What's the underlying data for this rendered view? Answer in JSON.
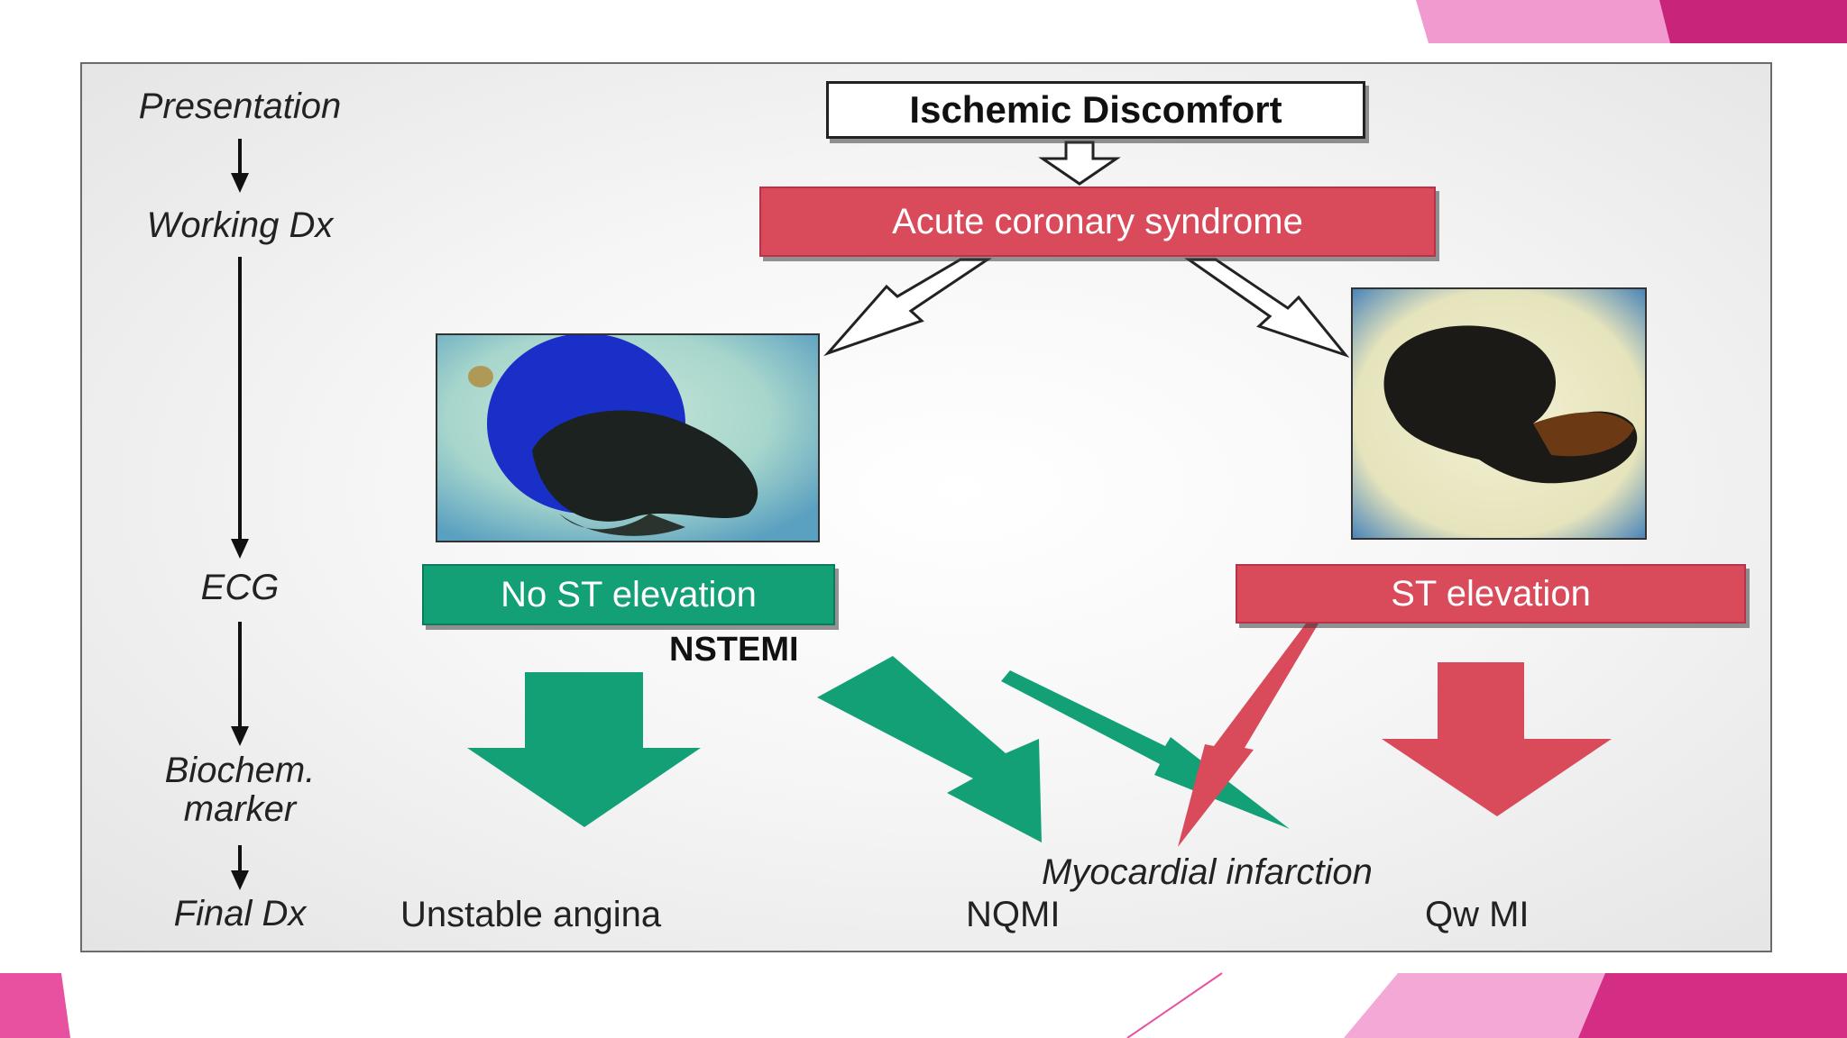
{
  "stages": [
    "Presentation",
    "Working Dx",
    "ECG",
    "Biochem.\nmarker",
    "Final Dx"
  ],
  "top_box": "Ischemic Discomfort",
  "syndrome_box": "Acute coronary syndrome",
  "ecg_left": "No ST elevation",
  "ecg_right": "ST elevation",
  "nstemi": "NSTEMI",
  "final": {
    "mi_label": "Myocardial infarction",
    "unstable_angina": "Unstable angina",
    "nqmi": "NQMI",
    "qwmi": "Qw MI"
  },
  "colors": {
    "red": "#d94a5a",
    "green": "#14a077",
    "accent_pink": "#e74aa0",
    "accent_magenta": "#c2185b"
  }
}
